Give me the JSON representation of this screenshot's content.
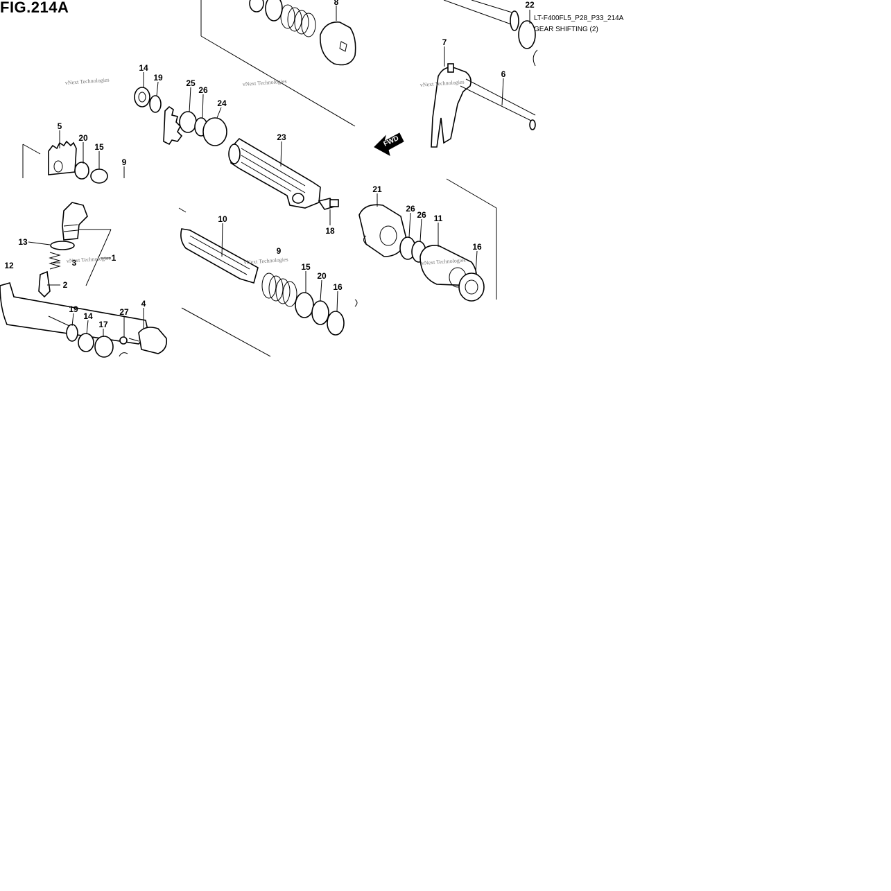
{
  "figure": {
    "title": "FIG.214A",
    "model_code": "LT-F400FL5_P28_P33_214A",
    "subtitle": "GEAR SHIFTING (2)",
    "watermark": "vNext Technologies",
    "fwd_label": "FWD"
  },
  "callouts": [
    "1",
    "2",
    "3",
    "4",
    "5",
    "6",
    "7",
    "8",
    "9",
    "10",
    "11",
    "12",
    "13",
    "14",
    "15",
    "16",
    "17",
    "18",
    "19",
    "20",
    "21",
    "22",
    "23",
    "24",
    "25",
    "26",
    "27"
  ]
}
